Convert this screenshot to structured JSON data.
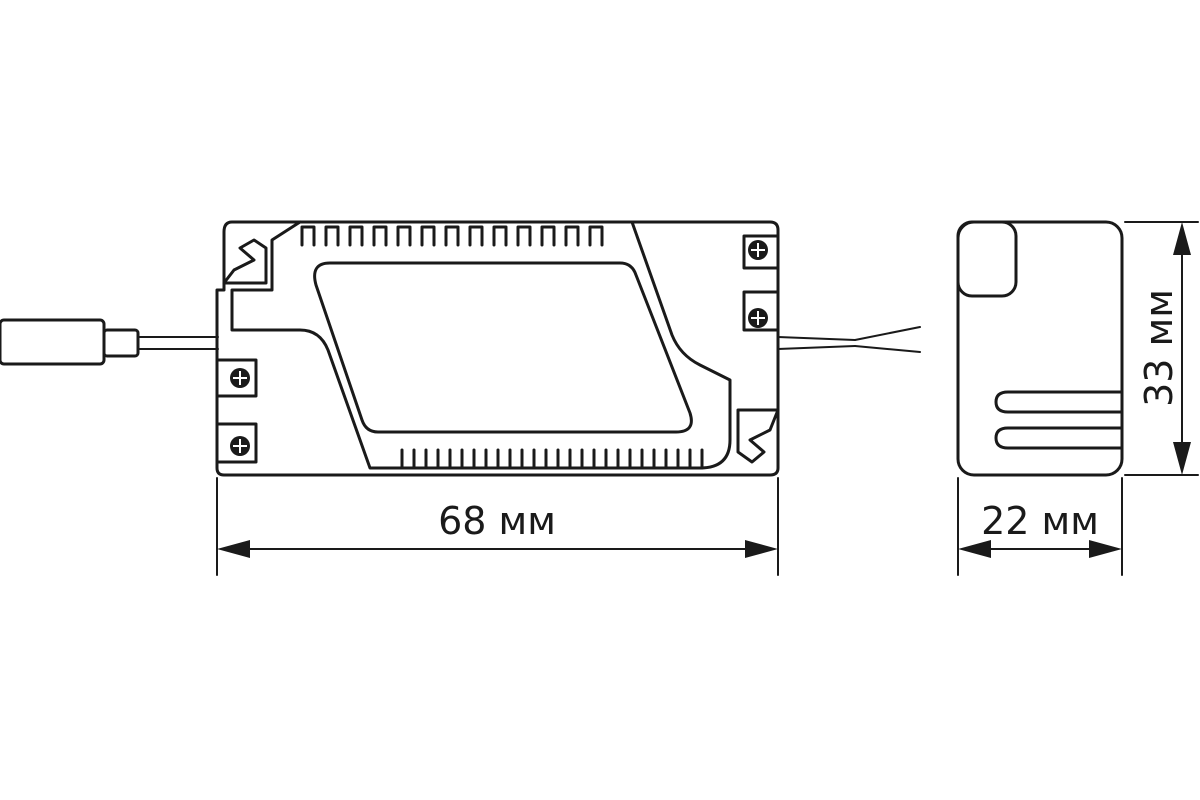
{
  "dimensions": {
    "length": "68 мм",
    "width": "22 мм",
    "height": "33 мм"
  },
  "colors": {
    "line": "#1a1a1a",
    "background": "#ffffff"
  },
  "icons": {
    "screw": "screw-icon"
  }
}
